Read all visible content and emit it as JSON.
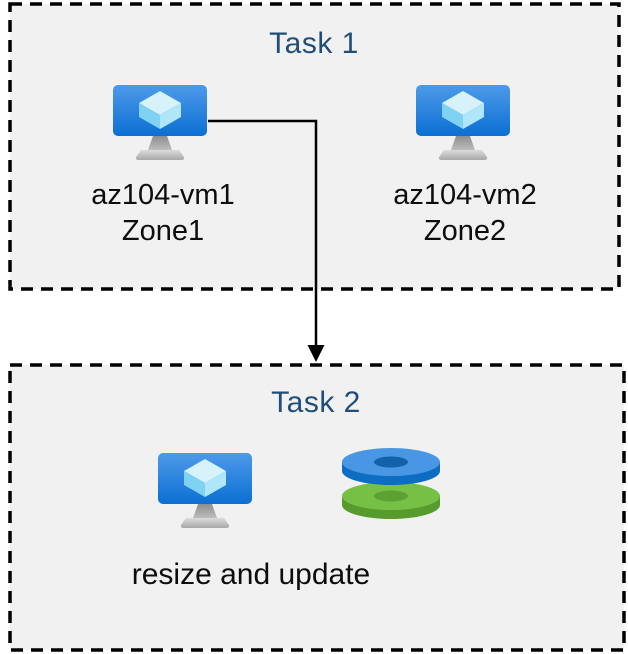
{
  "colors": {
    "title_navy": "#1f4e79",
    "box_fill": "#f1f1f1",
    "box_border": "#000000",
    "arrow": "#000000",
    "label_text": "#0d0d0d",
    "vm_screen_blue_top": "#4e9ae9",
    "vm_screen_blue_bottom": "#0b6fd3",
    "disk_blue_top": "#4997e4",
    "disk_blue_rim": "#0d6dc2",
    "disk_green_top": "#76c145",
    "disk_green_rim": "#579b2e"
  },
  "task1": {
    "title": "Task 1",
    "vms": [
      {
        "icon": "virtual-machine-icon",
        "name": "az104-vm1",
        "zone": "Zone1"
      },
      {
        "icon": "virtual-machine-icon",
        "name": "az104-vm2",
        "zone": "Zone2"
      }
    ]
  },
  "connector": {
    "type": "elbow-arrow",
    "from": "az104-vm1",
    "to": "Task 2"
  },
  "task2": {
    "title": "Task 2",
    "icons": [
      "virtual-machine-icon",
      "managed-disks-icon"
    ],
    "caption": "resize and update"
  }
}
